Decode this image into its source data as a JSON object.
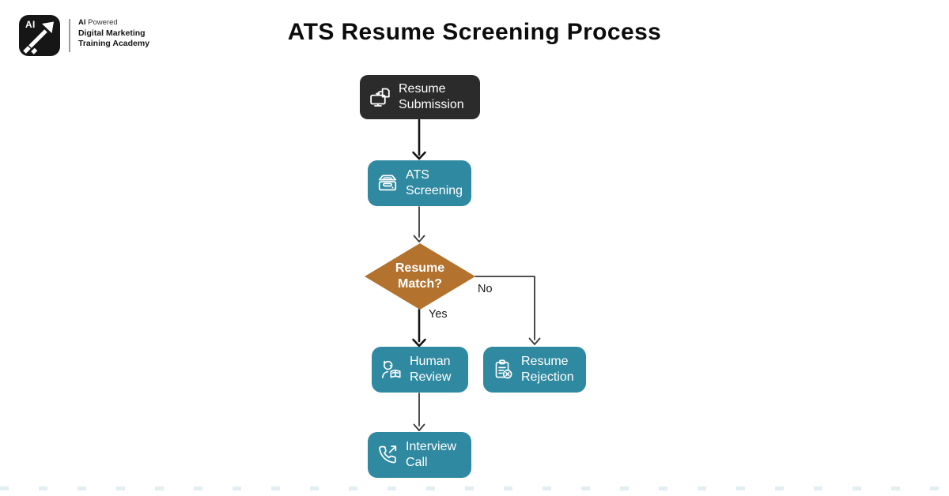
{
  "header": {
    "title": "ATS Resume Screening Process"
  },
  "brand": {
    "mark_text": "AI",
    "tagline_bold": "AI",
    "tagline_rest": "Powered",
    "name_line1": "Digital Marketing",
    "name_line2": "Training Academy"
  },
  "flowchart": {
    "nodes": [
      {
        "id": "resume-submission",
        "label": "Resume Submission",
        "shape": "rounded-rect",
        "color": "#2b2b2b",
        "icon": "document-submission-icon"
      },
      {
        "id": "ats-screening",
        "label": "ATS Screening",
        "shape": "rounded-rect",
        "color": "#2f89a1",
        "icon": "scanner-icon"
      },
      {
        "id": "resume-match",
        "label": "Resume Match?",
        "shape": "diamond",
        "color": "#b3732f",
        "icon": ""
      },
      {
        "id": "human-review",
        "label": "Human Review",
        "shape": "rounded-rect",
        "color": "#2f89a1",
        "icon": "person-reading-icon"
      },
      {
        "id": "resume-rejection",
        "label": "Resume Rejection",
        "shape": "rounded-rect",
        "color": "#2f89a1",
        "icon": "clipboard-rejected-icon"
      },
      {
        "id": "interview-call",
        "label": "Interview Call",
        "shape": "rounded-rect",
        "color": "#2f89a1",
        "icon": "phone-outgoing-icon"
      }
    ],
    "edges": [
      {
        "from": "resume-submission",
        "to": "ats-screening",
        "label": ""
      },
      {
        "from": "ats-screening",
        "to": "resume-match",
        "label": ""
      },
      {
        "from": "resume-match",
        "to": "human-review",
        "label": "Yes"
      },
      {
        "from": "resume-match",
        "to": "resume-rejection",
        "label": "No"
      },
      {
        "from": "human-review",
        "to": "interview-call",
        "label": ""
      }
    ]
  },
  "colors": {
    "teal": "#2f89a1",
    "dark_node": "#2b2b2b",
    "diamond_orange": "#b3732f",
    "arrow": "#151515",
    "background": "#ffffff"
  }
}
